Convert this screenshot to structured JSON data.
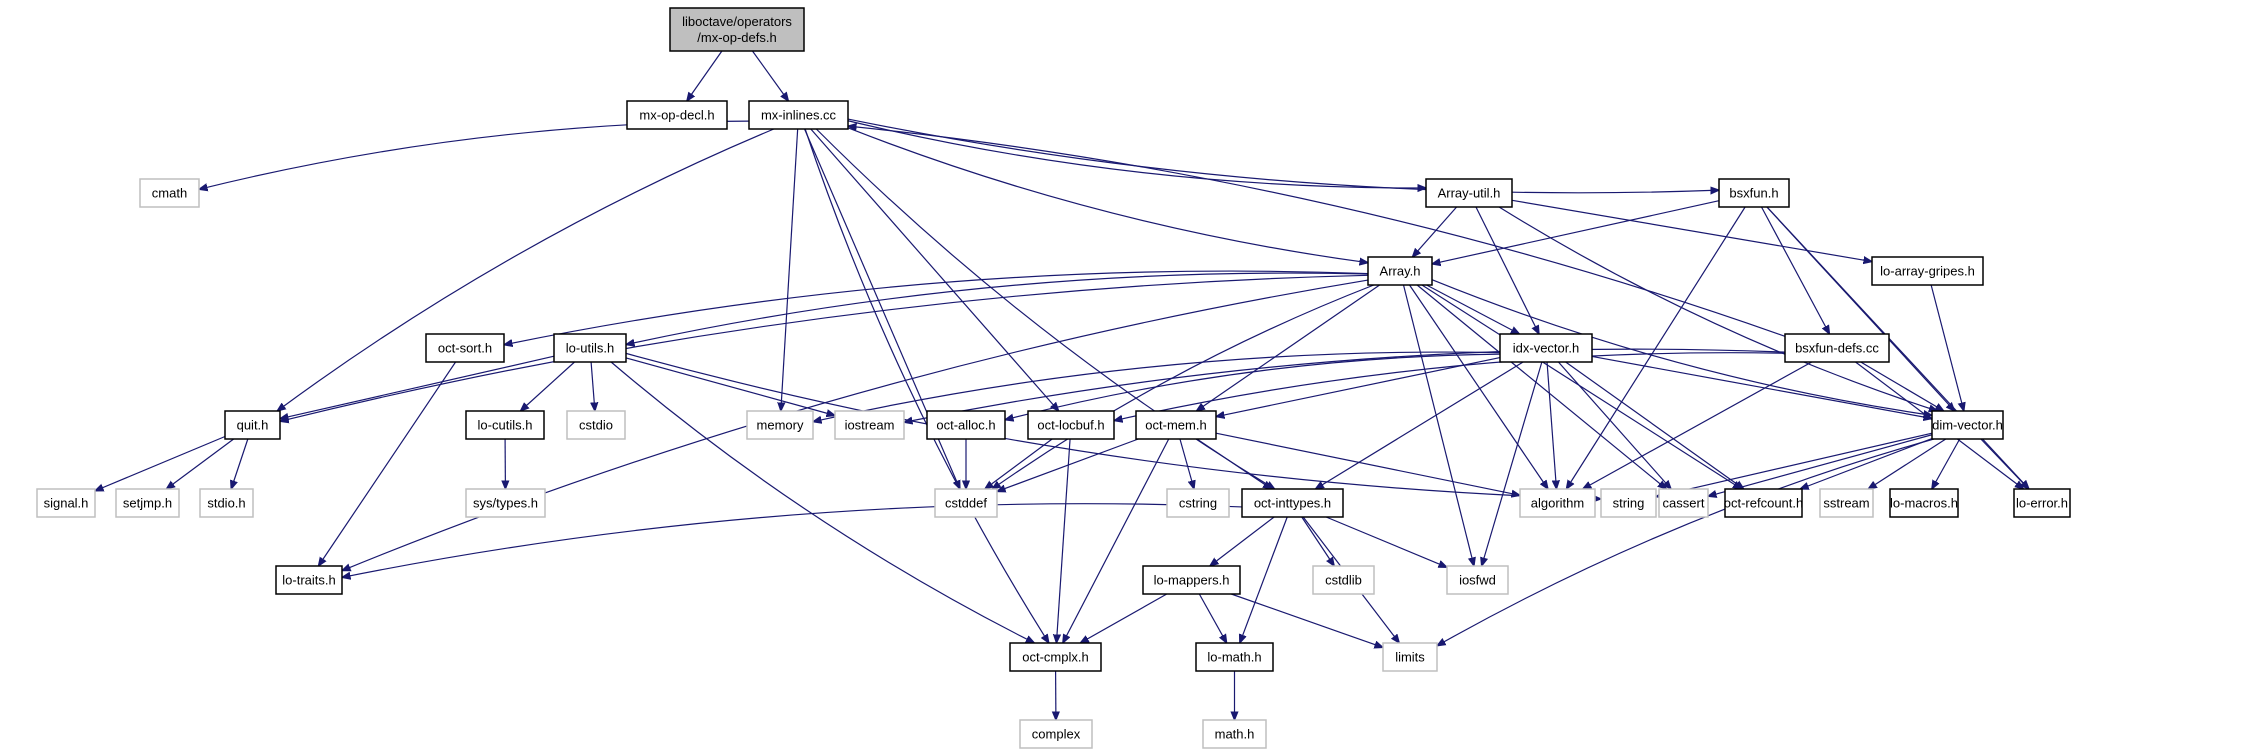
{
  "title": "Include dependency graph for liboctave/operators/mx-op-defs.h",
  "colors": {
    "edge": "#191970",
    "root_fill": "#bfbfbf",
    "project_border": "#000000",
    "external_border": "#bfbfbf"
  },
  "nodes": [
    {
      "id": "mx-op-defs",
      "label": [
        "liboctave/operators",
        "/mx-op-defs.h"
      ],
      "kind": "root"
    },
    {
      "id": "mx-op-decl",
      "label": [
        "mx-op-decl.h"
      ],
      "kind": "project"
    },
    {
      "id": "mx-inlines",
      "label": [
        "mx-inlines.cc"
      ],
      "kind": "project"
    },
    {
      "id": "cmath",
      "label": [
        "cmath"
      ],
      "kind": "external"
    },
    {
      "id": "Array-util",
      "label": [
        "Array-util.h"
      ],
      "kind": "project"
    },
    {
      "id": "bsxfun",
      "label": [
        "bsxfun.h"
      ],
      "kind": "project"
    },
    {
      "id": "Array",
      "label": [
        "Array.h"
      ],
      "kind": "project"
    },
    {
      "id": "lo-array-gripes",
      "label": [
        "lo-array-gripes.h"
      ],
      "kind": "project"
    },
    {
      "id": "oct-sort",
      "label": [
        "oct-sort.h"
      ],
      "kind": "project"
    },
    {
      "id": "lo-utils",
      "label": [
        "lo-utils.h"
      ],
      "kind": "project"
    },
    {
      "id": "idx-vector",
      "label": [
        "idx-vector.h"
      ],
      "kind": "project"
    },
    {
      "id": "bsxfun-defs",
      "label": [
        "bsxfun-defs.cc"
      ],
      "kind": "project"
    },
    {
      "id": "quit",
      "label": [
        "quit.h"
      ],
      "kind": "project"
    },
    {
      "id": "lo-cutils",
      "label": [
        "lo-cutils.h"
      ],
      "kind": "project"
    },
    {
      "id": "cstdio",
      "label": [
        "cstdio"
      ],
      "kind": "external"
    },
    {
      "id": "memory",
      "label": [
        "memory"
      ],
      "kind": "external"
    },
    {
      "id": "iostream",
      "label": [
        "iostream"
      ],
      "kind": "external"
    },
    {
      "id": "oct-alloc",
      "label": [
        "oct-alloc.h"
      ],
      "kind": "project"
    },
    {
      "id": "oct-locbuf",
      "label": [
        "oct-locbuf.h"
      ],
      "kind": "project"
    },
    {
      "id": "oct-mem",
      "label": [
        "oct-mem.h"
      ],
      "kind": "project"
    },
    {
      "id": "dim-vector",
      "label": [
        "dim-vector.h"
      ],
      "kind": "project"
    },
    {
      "id": "signal",
      "label": [
        "signal.h"
      ],
      "kind": "external"
    },
    {
      "id": "setjmp",
      "label": [
        "setjmp.h"
      ],
      "kind": "external"
    },
    {
      "id": "stdio",
      "label": [
        "stdio.h"
      ],
      "kind": "external"
    },
    {
      "id": "sys-types",
      "label": [
        "sys/types.h"
      ],
      "kind": "external"
    },
    {
      "id": "cstddef",
      "label": [
        "cstddef"
      ],
      "kind": "external"
    },
    {
      "id": "cstring",
      "label": [
        "cstring"
      ],
      "kind": "external"
    },
    {
      "id": "oct-inttypes",
      "label": [
        "oct-inttypes.h"
      ],
      "kind": "project"
    },
    {
      "id": "algorithm",
      "label": [
        "algorithm"
      ],
      "kind": "external"
    },
    {
      "id": "string",
      "label": [
        "string"
      ],
      "kind": "external"
    },
    {
      "id": "cassert",
      "label": [
        "cassert"
      ],
      "kind": "external"
    },
    {
      "id": "oct-refcount",
      "label": [
        "oct-refcount.h"
      ],
      "kind": "project"
    },
    {
      "id": "sstream",
      "label": [
        "sstream"
      ],
      "kind": "external"
    },
    {
      "id": "lo-macros",
      "label": [
        "lo-macros.h"
      ],
      "kind": "project"
    },
    {
      "id": "lo-error",
      "label": [
        "lo-error.h"
      ],
      "kind": "project"
    },
    {
      "id": "lo-traits",
      "label": [
        "lo-traits.h"
      ],
      "kind": "project"
    },
    {
      "id": "lo-mappers",
      "label": [
        "lo-mappers.h"
      ],
      "kind": "project"
    },
    {
      "id": "cstdlib",
      "label": [
        "cstdlib"
      ],
      "kind": "external"
    },
    {
      "id": "iosfwd",
      "label": [
        "iosfwd"
      ],
      "kind": "external"
    },
    {
      "id": "oct-cmplx",
      "label": [
        "oct-cmplx.h"
      ],
      "kind": "project"
    },
    {
      "id": "lo-math",
      "label": [
        "lo-math.h"
      ],
      "kind": "project"
    },
    {
      "id": "limits",
      "label": [
        "limits"
      ],
      "kind": "external"
    },
    {
      "id": "complex",
      "label": [
        "complex"
      ],
      "kind": "external"
    },
    {
      "id": "math",
      "label": [
        "math.h"
      ],
      "kind": "external"
    }
  ],
  "edges": [
    [
      "mx-op-defs",
      "mx-op-decl"
    ],
    [
      "mx-op-defs",
      "mx-inlines"
    ],
    [
      "mx-inlines",
      "cmath"
    ],
    [
      "mx-inlines",
      "oct-cmplx"
    ],
    [
      "mx-inlines",
      "quit"
    ],
    [
      "mx-inlines",
      "cstddef"
    ],
    [
      "mx-inlines",
      "memory"
    ],
    [
      "mx-inlines",
      "oct-locbuf"
    ],
    [
      "mx-inlines",
      "oct-inttypes"
    ],
    [
      "mx-inlines",
      "Array"
    ],
    [
      "mx-inlines",
      "Array-util"
    ],
    [
      "mx-inlines",
      "bsxfun"
    ],
    [
      "Array-util",
      "Array"
    ],
    [
      "Array-util",
      "idx-vector"
    ],
    [
      "Array-util",
      "lo-array-gripes"
    ],
    [
      "Array-util",
      "dim-vector"
    ],
    [
      "bsxfun",
      "Array"
    ],
    [
      "bsxfun",
      "bsxfun-defs"
    ],
    [
      "bsxfun",
      "algorithm"
    ],
    [
      "bsxfun",
      "dim-vector"
    ],
    [
      "bsxfun",
      "lo-error"
    ],
    [
      "bsxfun-defs",
      "mx-inlines"
    ],
    [
      "bsxfun-defs",
      "dim-vector"
    ],
    [
      "bsxfun-defs",
      "iostream"
    ],
    [
      "bsxfun-defs",
      "oct-locbuf"
    ],
    [
      "bsxfun-defs",
      "algorithm"
    ],
    [
      "bsxfun-defs",
      "lo-error"
    ],
    [
      "lo-array-gripes",
      "dim-vector"
    ],
    [
      "Array",
      "quit"
    ],
    [
      "Array",
      "oct-sort"
    ],
    [
      "Array",
      "lo-utils"
    ],
    [
      "Array",
      "idx-vector"
    ],
    [
      "Array",
      "cstddef"
    ],
    [
      "Array",
      "oct-mem"
    ],
    [
      "Array",
      "lo-traits"
    ],
    [
      "Array",
      "iosfwd"
    ],
    [
      "Array",
      "algorithm"
    ],
    [
      "Array",
      "cassert"
    ],
    [
      "Array",
      "oct-refcount"
    ],
    [
      "Array",
      "dim-vector"
    ],
    [
      "oct-sort",
      "lo-traits"
    ],
    [
      "lo-utils",
      "quit"
    ],
    [
      "lo-utils",
      "lo-cutils"
    ],
    [
      "lo-utils",
      "cstdio"
    ],
    [
      "lo-utils",
      "iostream"
    ],
    [
      "lo-utils",
      "string"
    ],
    [
      "lo-utils",
      "oct-cmplx"
    ],
    [
      "lo-cutils",
      "sys-types"
    ],
    [
      "quit",
      "signal"
    ],
    [
      "quit",
      "setjmp"
    ],
    [
      "quit",
      "stdio"
    ],
    [
      "idx-vector",
      "memory"
    ],
    [
      "idx-vector",
      "oct-alloc"
    ],
    [
      "idx-vector",
      "oct-mem"
    ],
    [
      "idx-vector",
      "oct-inttypes"
    ],
    [
      "idx-vector",
      "iosfwd"
    ],
    [
      "idx-vector",
      "algorithm"
    ],
    [
      "idx-vector",
      "cassert"
    ],
    [
      "idx-vector",
      "oct-refcount"
    ],
    [
      "idx-vector",
      "dim-vector"
    ],
    [
      "oct-alloc",
      "cstddef"
    ],
    [
      "oct-locbuf",
      "cstddef"
    ],
    [
      "oct-locbuf",
      "oct-cmplx"
    ],
    [
      "oct-mem",
      "cstddef"
    ],
    [
      "oct-mem",
      "cstring"
    ],
    [
      "oct-mem",
      "algorithm"
    ],
    [
      "oct-mem",
      "oct-inttypes"
    ],
    [
      "oct-mem",
      "oct-cmplx"
    ],
    [
      "oct-inttypes",
      "lo-traits"
    ],
    [
      "oct-inttypes",
      "lo-mappers"
    ],
    [
      "oct-inttypes",
      "lo-math"
    ],
    [
      "oct-inttypes",
      "cstdlib"
    ],
    [
      "oct-inttypes",
      "iosfwd"
    ],
    [
      "oct-inttypes",
      "limits"
    ],
    [
      "lo-mappers",
      "oct-cmplx"
    ],
    [
      "lo-mappers",
      "lo-math"
    ],
    [
      "lo-mappers",
      "limits"
    ],
    [
      "lo-math",
      "math"
    ],
    [
      "oct-cmplx",
      "complex"
    ],
    [
      "dim-vector",
      "string"
    ],
    [
      "dim-vector",
      "cassert"
    ],
    [
      "dim-vector",
      "oct-refcount"
    ],
    [
      "dim-vector",
      "sstream"
    ],
    [
      "dim-vector",
      "lo-macros"
    ],
    [
      "dim-vector",
      "lo-error"
    ],
    [
      "dim-vector",
      "limits"
    ]
  ]
}
